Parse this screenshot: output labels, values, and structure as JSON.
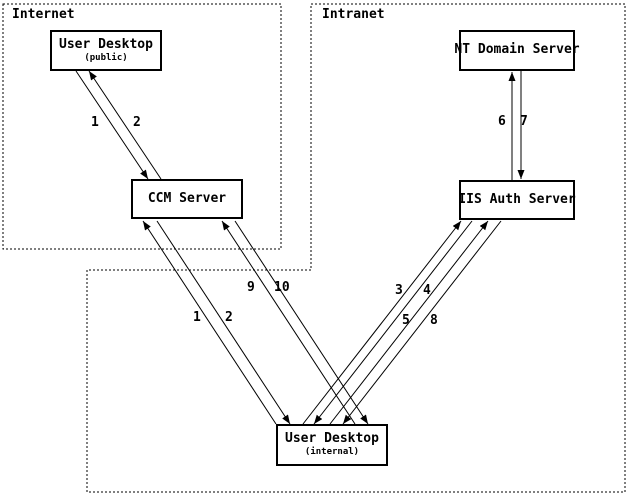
{
  "figure": {
    "kind": "network-authentication-flow-diagram"
  },
  "zones": {
    "internet": {
      "label": "Internet"
    },
    "intranet": {
      "label": "Intranet"
    }
  },
  "nodes": {
    "user_desktop_public": {
      "title": "User Desktop",
      "subtitle": "(public)",
      "zone": "Internet"
    },
    "ccm_server": {
      "title": "CCM Server",
      "zone": "Internet"
    },
    "nt_domain_server": {
      "title": "NT Domain Server",
      "zone": "Intranet"
    },
    "iis_auth_server": {
      "title": "IIS Auth Server",
      "zone": "Intranet"
    },
    "user_desktop_internal": {
      "title": "User Desktop",
      "subtitle": "(internal)",
      "zone": "Intranet"
    }
  },
  "edges": [
    {
      "label": "1",
      "from": "user_desktop_public",
      "to": "ccm_server"
    },
    {
      "label": "2",
      "from": "ccm_server",
      "to": "user_desktop_public"
    },
    {
      "label": "1",
      "from": "user_desktop_internal",
      "to": "ccm_server"
    },
    {
      "label": "2",
      "from": "ccm_server",
      "to": "user_desktop_internal"
    },
    {
      "label": "9",
      "from": "user_desktop_internal",
      "to": "ccm_server"
    },
    {
      "label": "10",
      "from": "ccm_server",
      "to": "user_desktop_internal"
    },
    {
      "label": "3",
      "from": "user_desktop_internal",
      "to": "iis_auth_server"
    },
    {
      "label": "4",
      "from": "iis_auth_server",
      "to": "user_desktop_internal"
    },
    {
      "label": "5",
      "from": "user_desktop_internal",
      "to": "iis_auth_server"
    },
    {
      "label": "8",
      "from": "iis_auth_server",
      "to": "user_desktop_internal"
    },
    {
      "label": "6",
      "from": "iis_auth_server",
      "to": "nt_domain_server"
    },
    {
      "label": "7",
      "from": "nt_domain_server",
      "to": "iis_auth_server"
    }
  ],
  "colors": {
    "ink": "#000000",
    "background": "#ffffff"
  }
}
